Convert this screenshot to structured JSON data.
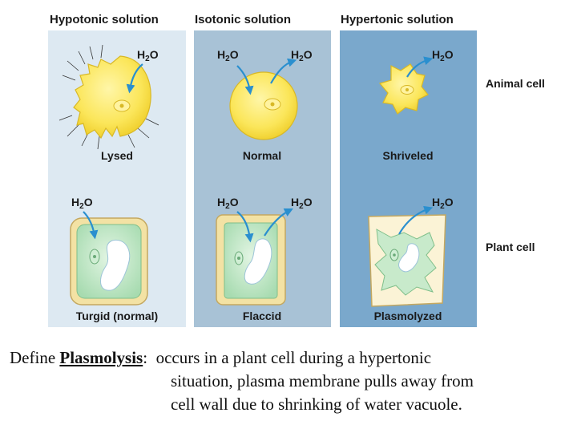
{
  "columns": [
    {
      "title": "Hypotonic solution",
      "bg": "#dde9f2"
    },
    {
      "title": "Isotonic solution",
      "bg": "#a8c2d6"
    },
    {
      "title": "Hypertonic solution",
      "bg": "#7aa8cc"
    }
  ],
  "rows": [
    {
      "label": "Animal cell"
    },
    {
      "label": "Plant cell"
    }
  ],
  "cells": {
    "animal": [
      "Lysed",
      "Normal",
      "Shriveled"
    ],
    "plant": [
      "Turgid (normal)",
      "Flaccid",
      "Plasmolyzed"
    ]
  },
  "water": {
    "h": "H",
    "sub": "2",
    "o": "O"
  },
  "colors": {
    "animal_fill": "#fbe65a",
    "animal_stroke": "#d8b826",
    "plant_wall": "#f3e2a4",
    "plant_wall_stroke": "#c4a860",
    "cytoplasm": "#bfe5c2",
    "vacuole": "#ffffff",
    "arrow": "#2a8fcf"
  },
  "definition": {
    "prefix": "Define ",
    "term": "Plasmolysis",
    "colon": ":",
    "line1": "occurs in a plant cell during a hypertonic",
    "line2": "situation, plasma membrane pulls away from",
    "line3": "cell wall due to shrinking of water vacuole."
  }
}
